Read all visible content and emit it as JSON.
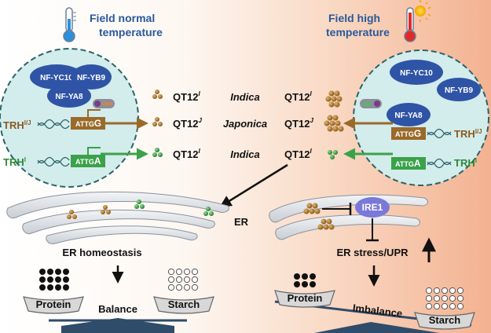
{
  "header": {
    "left_line1": "Field normal",
    "left_line2": "temperature",
    "right_line1": "Field high",
    "right_line2": "temperature"
  },
  "left_nucleus": {
    "tf_yc10": "NF-YC10",
    "tf_yb9": "NF-YB9",
    "tf_ya8": "NF-YA8",
    "switch_label": "OFF",
    "gene_top_label": "TRH",
    "gene_top_sup": "I/J",
    "gene_top_motif_small": "ATTG",
    "gene_top_motif_big": "G",
    "gene_bottom_label": "TRH",
    "gene_bottom_sup": "I",
    "gene_bottom_motif_small": "ATTG",
    "gene_bottom_motif_big": "A"
  },
  "right_nucleus": {
    "tf_yc10": "NF-YC10",
    "tf_yb9": "NF-YB9",
    "tf_ya8": "NF-YA8",
    "switch_label": "ON",
    "gene_top_label": "TRH",
    "gene_top_sup": "I/J",
    "gene_top_motif_small": "ATTG",
    "gene_top_motif_big": "G",
    "gene_bottom_label": "TRH",
    "gene_bottom_sup": "I",
    "gene_bottom_motif_small": "ATTG",
    "gene_bottom_motif_big": "A"
  },
  "center_rows": [
    {
      "left": "QT12",
      "left_sup": "I",
      "variety": "Indica",
      "right": "QT12",
      "right_sup": "I"
    },
    {
      "left": "QT12",
      "left_sup": "J",
      "variety": "Japonica",
      "right": "QT12",
      "right_sup": "J"
    },
    {
      "left": "QT12",
      "left_sup": "I",
      "variety": "Indica",
      "right": "QT12",
      "right_sup": "I"
    }
  ],
  "er_label": "ER",
  "ire1_label": "IRE1",
  "left_state": "ER homeostasis",
  "right_state": "ER stress/UPR",
  "balance": {
    "left_pan": "Protein",
    "right_pan": "Starch",
    "center": "Balance"
  },
  "imbalance": {
    "left_pan": "Protein",
    "right_pan": "Starch",
    "center": "Imbalance"
  },
  "colors": {
    "header_text": "#2a5a9a",
    "nucleus_fill": "#d3ecec",
    "nucleus_border": "#2c6468",
    "tf_fill": "#2f54a6",
    "brown": "#9a6a2a",
    "green": "#3aa24a",
    "er_fill": "#e2e6ea",
    "scale_blue": "#2f4c6a"
  },
  "icons": [
    "thermometer-normal-icon",
    "thermometer-high-icon",
    "sun-icon"
  ]
}
